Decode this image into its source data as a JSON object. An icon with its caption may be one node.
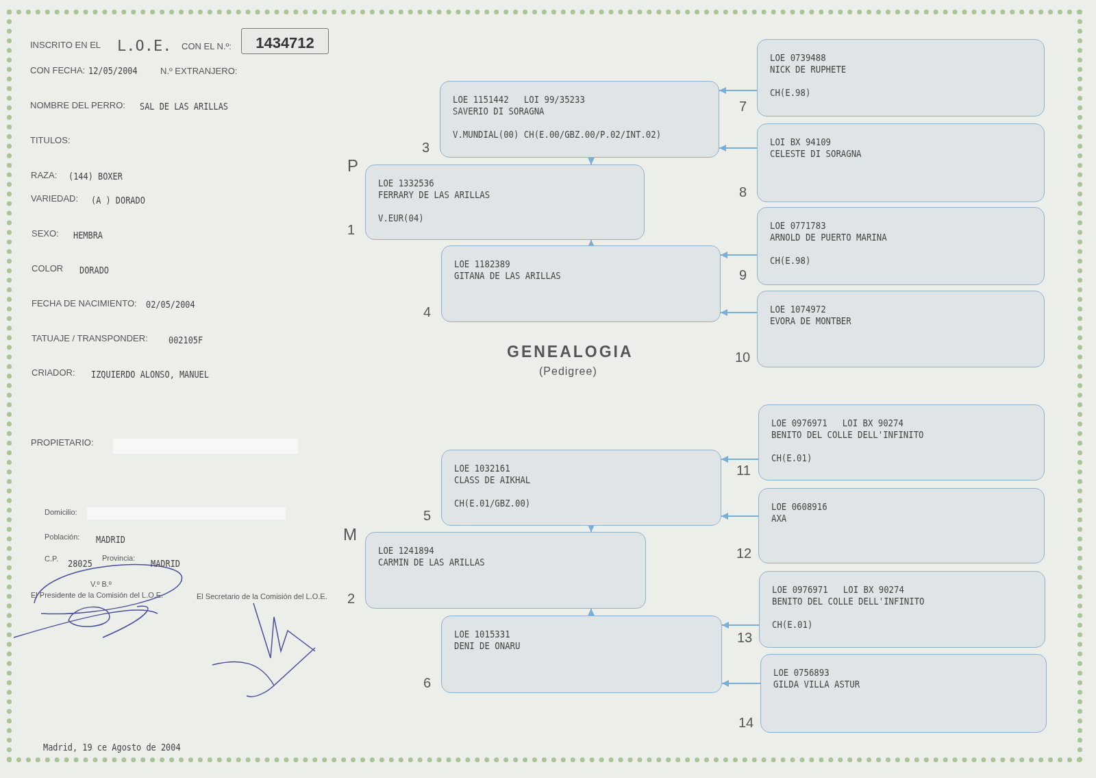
{
  "diagram": {
    "title": "GENEALOGIA",
    "nodes": [
      {
        "text": [
          "1434712"
        ]
      },
      {
        "text": [
          "LOE 1332536",
          "FERRARY DE LAS ARILLAS",
          "V.EUR(04)"
        ],
        "beside": [
          "1"
        ]
      },
      {
        "text": [
          "LOE 1241894",
          "CARMIN DE LAS ARILLAS"
        ],
        "beside": [
          "2"
        ]
      },
      {
        "text": [
          "LOE 1151442   LOI 99/35233",
          "SAVERIO DI SORAGNA",
          "V.MUNDIAL(00) CH(E.00/GBZ.00/P.02/INT.02)"
        ],
        "beside": [
          "3"
        ]
      },
      {
        "text": [
          "LOE 1182389",
          "GITANA DE LAS ARILLAS"
        ],
        "beside": [
          "4"
        ]
      },
      {
        "text": [
          "LOE 1032161",
          "CLASS DE AIKHAL",
          "CH(E.01/GBZ.00)"
        ],
        "beside": [
          "5"
        ]
      },
      {
        "text": [
          "LOE 1015331",
          "DENI DE ONARU"
        ],
        "beside": [
          "6"
        ]
      },
      {
        "text": [
          "LOE 0739488",
          "NICK DE RUPHETE",
          "CH(E.98)"
        ],
        "beside": [
          "7"
        ]
      },
      {
        "text": [
          "LOI BX 94109",
          "CELESTE DI SORAGNA"
        ],
        "beside": [
          "8"
        ]
      },
      {
        "text": [
          "LOE 0771783",
          "ARNOLD DE PUERTO MARINA",
          "CH(E.98)"
        ],
        "beside": [
          "9"
        ]
      },
      {
        "text": [
          "LOE 1074972",
          "EVORA DE MONTBER"
        ],
        "beside": [
          "10"
        ]
      },
      {
        "text": [
          "LOE 0976971   LOI BX 90274",
          "BENITO DEL COLLE DELL'INFINITO",
          "CH(E.01)"
        ],
        "beside": [
          "11"
        ]
      },
      {
        "text": [
          "LOE 0608916",
          "AXA"
        ],
        "beside": [
          "12"
        ]
      },
      {
        "text": [
          "LOE 0976971   LOI BX 90274",
          "BENITO DEL COLLE DELL'INFINITO",
          "CH(E.01)"
        ],
        "beside": [
          "13"
        ]
      },
      {
        "text": [
          "LOE 0756893",
          "GILDA VILLA ASTUR"
        ],
        "beside": [
          "14"
        ]
      }
    ],
    "edges": [
      {
        "from": 7,
        "to": 3,
        "arrow": "to"
      },
      {
        "from": 8,
        "to": 3,
        "arrow": "to"
      },
      {
        "from": 9,
        "to": 4,
        "arrow": "to"
      },
      {
        "from": 10,
        "to": 4,
        "arrow": "to"
      },
      {
        "from": 11,
        "to": 5,
        "arrow": "to"
      },
      {
        "from": 12,
        "to": 5,
        "arrow": "to"
      },
      {
        "from": 13,
        "to": 6,
        "arrow": "to"
      },
      {
        "from": 14,
        "to": 6,
        "arrow": "to"
      },
      {
        "from": 3,
        "to": 1,
        "arrow": "to"
      },
      {
        "from": 4,
        "to": 1,
        "arrow": "to"
      },
      {
        "from": 5,
        "to": 2,
        "arrow": "to"
      },
      {
        "from": 6,
        "to": 2,
        "arrow": "to"
      }
    ],
    "labels": [
      "INSCRITO EN EL",
      "L.O.E.",
      "CON EL N.º:",
      "CON FECHA:",
      "12/05/2004",
      "N.º EXTRANJERO:",
      "NOMBRE DEL PERRO:",
      "SAL DE LAS ARILLAS",
      "TITULOS:",
      "RAZA:",
      "(144) BOXER",
      "VARIEDAD:",
      "(A ) DORADO",
      "SEXO:",
      "HEMBRA",
      "COLOR",
      "DORADO",
      "FECHA DE NACIMIENTO:",
      "02/05/2004",
      "TATUAJE / TRANSPONDER:",
      "002105F",
      "CRIADOR:",
      "IZQUIERDO ALONSO, MANUEL",
      "PROPIETARIO:",
      "Domicilio:",
      "Población:",
      "MADRID",
      "C.P.",
      "28025",
      "Provincia:",
      "MADRID",
      "V.º B.º",
      "El Presidente de la Comisión del L.O.E.",
      "El Secretario de la Comisión del L.O.E.",
      "Madrid, 19 ce Agosto de 2004",
      "P",
      "M",
      "(Pedigree)"
    ]
  }
}
